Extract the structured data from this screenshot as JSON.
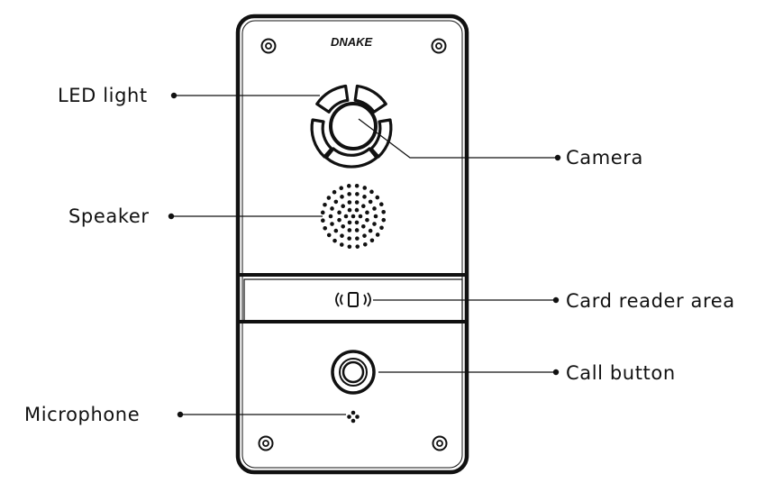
{
  "brand": {
    "logo_text": "DNAKE"
  },
  "labels": {
    "led_light": "LED light",
    "camera": "Camera",
    "speaker": "Speaker",
    "card_reader_area": "Card reader area",
    "call_button": "Call button",
    "microphone": "Microphone"
  },
  "colors": {
    "ink": "#111111",
    "background": "#ffffff"
  },
  "icons": {
    "card_reader": "nfc-card-icon",
    "microphone": "microphone-grille-icon",
    "screws": "screw-icon"
  }
}
